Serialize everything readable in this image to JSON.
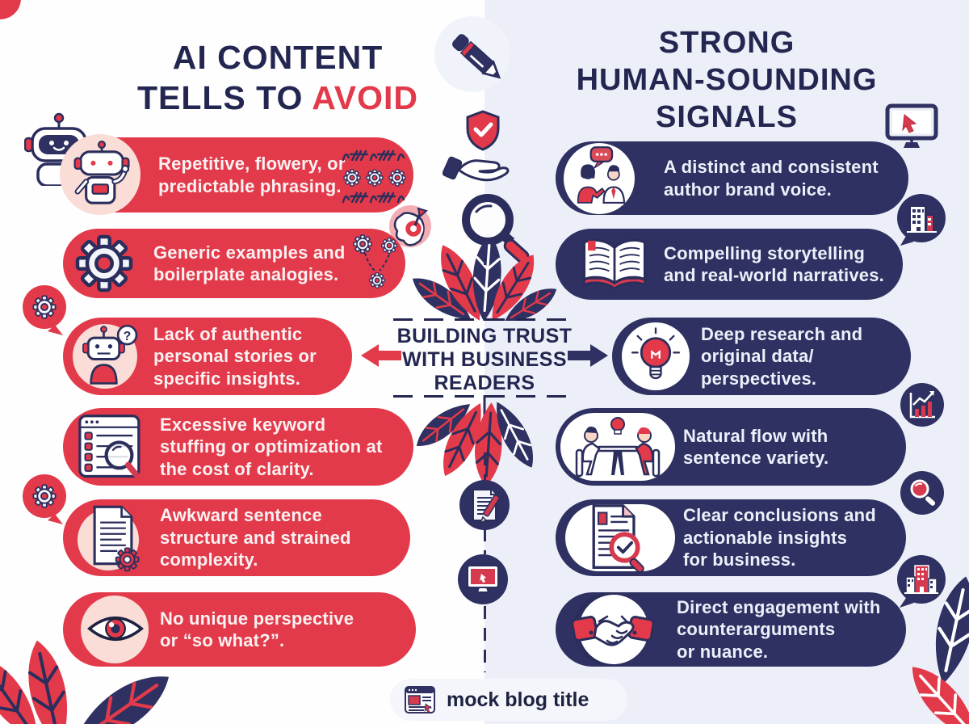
{
  "colors": {
    "accent_red": "#e23a4a",
    "card_navy": "#2e3161",
    "title_navy": "#232650",
    "right_background": "#edeff8",
    "left_background": "#fefefe",
    "pale_icon_circle": "#f9ddd6"
  },
  "left_panel": {
    "title_line1": "AI CONTENT",
    "title_line2_prefix": "TELLS TO ",
    "title_line2_accent": "AVOID",
    "items": [
      {
        "icon": "robot-waving-icon",
        "text": "Repetitive, flowery, or\npredictable phrasing."
      },
      {
        "icon": "gear-icon",
        "text": "Generic examples and\nboilerplate analogies."
      },
      {
        "icon": "robot-question-icon",
        "text": "Lack of authentic\npersonal stories or\nspecific insights."
      },
      {
        "icon": "keyword-search-icon",
        "text": "Excessive keyword\nstuffing or optimization at\nthe cost of clarity."
      },
      {
        "icon": "document-gear-icon",
        "text": "Awkward sentence\nstructure and strained\ncomplexity."
      },
      {
        "icon": "eye-icon",
        "text": "No unique perspective\nor “so what?”."
      }
    ]
  },
  "right_panel": {
    "title": "STRONG\nHUMAN-SOUNDING\nSIGNALS",
    "items": [
      {
        "icon": "people-talking-icon",
        "text": "A distinct and consistent\nauthor brand voice."
      },
      {
        "icon": "open-book-icon",
        "text": "Compelling storytelling\nand real-world narratives."
      },
      {
        "icon": "lightbulb-icon",
        "text": "Deep research and\noriginal data/\nperspectives."
      },
      {
        "icon": "discussion-table-icon",
        "text": "Natural flow with\nsentence variety."
      },
      {
        "icon": "document-check-icon",
        "text": "Clear conclusions and\nactionable insights\nfor business."
      },
      {
        "icon": "handshake-icon",
        "text": "Direct engagement with\ncounterarguments\nor nuance."
      }
    ]
  },
  "center": {
    "label": "BUILDING TRUST\nWITH BUSINESS\nREADERS"
  },
  "footer": {
    "icon": "blog-window-icon",
    "label": "mock blog title"
  },
  "decor_icons": [
    "robot-head-icon",
    "gear-bubble-icon",
    "pen-icon",
    "shield-check-hand-icon",
    "magnifier-icon",
    "target-doodle-icon",
    "flower-leaves",
    "document-pencil-badge-icon",
    "monitor-badge-icon",
    "monitor-cursor-icon",
    "buildings-bubble-icon",
    "growth-chart-badge-icon",
    "search-badge-icon",
    "red-building-bubble-icon",
    "leaf-decoration",
    "left-arrow",
    "right-arrow"
  ]
}
